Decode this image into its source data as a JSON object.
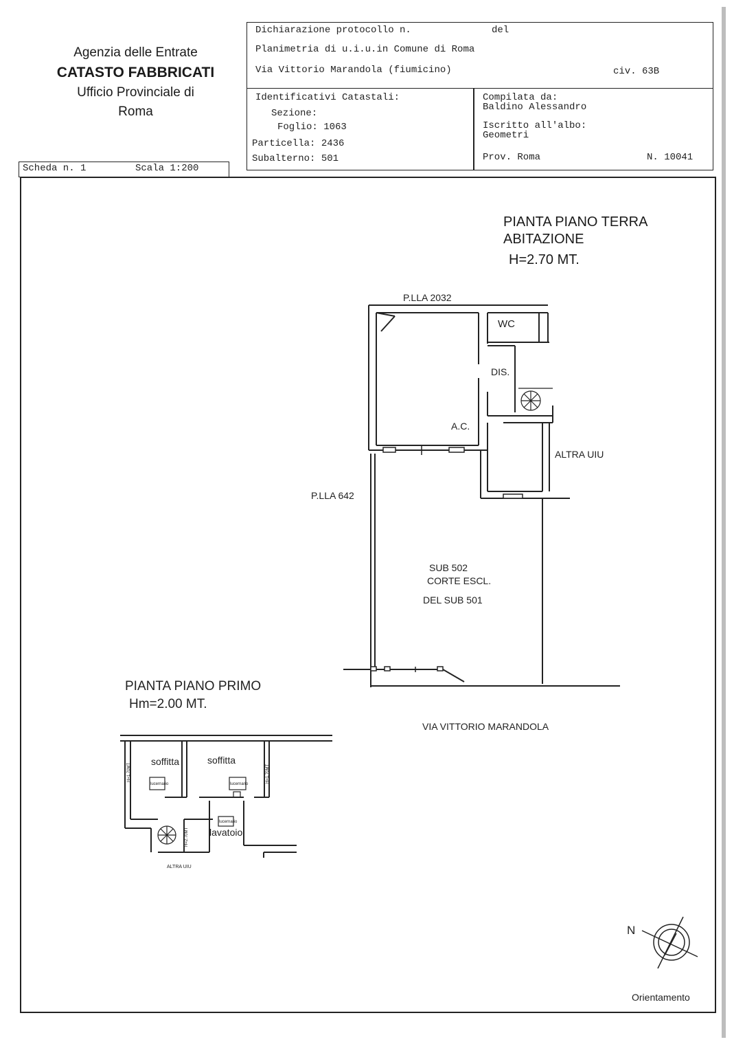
{
  "agency": {
    "line1": "Agenzia delle Entrate",
    "line2": "CATASTO FABBRICATI",
    "line3": "Ufficio Provinciale di",
    "line4": "Roma"
  },
  "header": {
    "protocol_label": "Dichiarazione protocollo n.",
    "del_label": "del",
    "plan_line": "Planimetria di u.i.u.in Comune di Roma",
    "address": "Via Vittorio Marandola (fiumicino)",
    "civic": "civ. 63B"
  },
  "identifiers": {
    "title": "Identificativi Catastali:",
    "sezione": "Sezione:",
    "foglio": "Foglio: 1063",
    "particella": "Particella: 2436",
    "subalterno": "Subalterno: 501"
  },
  "compiler": {
    "label": "Compilata da:",
    "name": "Baldino Alessandro",
    "albo_label": "Iscritto all'albo:",
    "albo": "Geometri",
    "prov": "Prov. Roma",
    "number": "N. 10041"
  },
  "sheet": {
    "scheda": "Scheda n. 1",
    "scala": "Scala 1:200"
  },
  "ground_floor": {
    "title1": "PIANTA PIANO TERRA",
    "title2": "ABITAZIONE",
    "height": "H=2.70 MT.",
    "plla_top": "P.LLA 2032",
    "plla_left": "P.LLA 642",
    "wc": "WC",
    "dis": "DIS.",
    "ac": "A.C.",
    "altra_uiu": "ALTRA UIU",
    "court1": "SUB 502",
    "court2": "CORTE ESCL.",
    "court3": "DEL SUB 501",
    "street": "VIA VITTORIO MARANDOLA"
  },
  "first_floor": {
    "title": "PIANTA PIANO PRIMO",
    "height": "Hm=2.00 MT.",
    "soffitta_left": "soffitta",
    "soffitta_right": "soffitta",
    "lucernario_left": "lucernario",
    "lucernario_right": "lucernario",
    "lucernario_bottom": "lucernario",
    "lavatoio": "lavatoio",
    "h_left": "H=1.70MT",
    "h_right": "H=1.70MT",
    "h_stair": "H=2.70MT",
    "altra_uiu": "ALTRA UIU"
  },
  "compass": {
    "n": "N",
    "label": "Orientamento"
  }
}
